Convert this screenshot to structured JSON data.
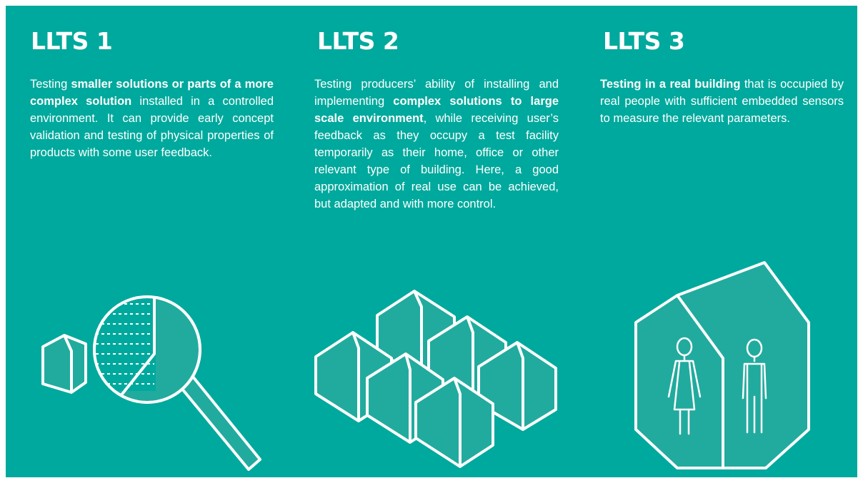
{
  "colors": {
    "background": "#00a99d",
    "icon_fill": "#21ab9e",
    "stroke": "#ffffff",
    "text": "#ffffff"
  },
  "columns": [
    {
      "title": "LLTS 1",
      "text_segments": [
        {
          "text": "Testing ",
          "bold": false
        },
        {
          "text": "smaller solutions or parts of a more complex solution",
          "bold": true
        },
        {
          "text": " installed in a controlled environment. It can provide early concept validation and testing of physical properties of products with some user feedback.",
          "bold": false
        }
      ],
      "icon": "magnifier-over-house-icon"
    },
    {
      "title": "LLTS 2",
      "text_segments": [
        {
          "text": "Testing producers’ ability of installing and implementing ",
          "bold": false
        },
        {
          "text": "complex solutions to large scale environment",
          "bold": true
        },
        {
          "text": ", while re­ceiving user’s feedback as they occupy a test facility temporarily as their home, office or other relevant type of building. Here, a good approximation of real use can be achieved, but adapted and with more control.",
          "bold": false
        }
      ],
      "icon": "house-cluster-icon"
    },
    {
      "title": "LLTS 3",
      "text_segments": [
        {
          "text": "Testing in a real building",
          "bold": true
        },
        {
          "text": " that is oc­cupied by real people with sufficient embedded sensors to measure the rel­evant parameters.",
          "bold": false
        }
      ],
      "icon": "house-with-people-icon"
    }
  ]
}
